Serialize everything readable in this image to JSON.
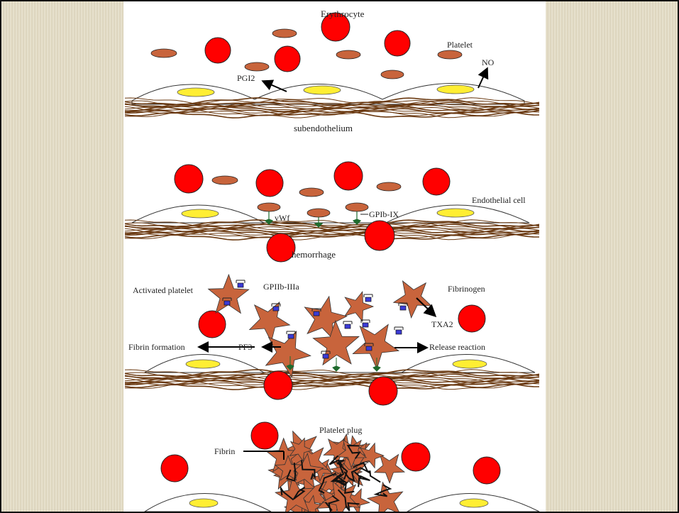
{
  "labels": {
    "erythrocyte": "Erythrocyte",
    "platelet": "Platelet",
    "no": "NO",
    "pgi2": "PGI2",
    "subendothelium": "subendothelium",
    "endothelial_cell": "Endothelial cell",
    "vwf": "vWf",
    "gpib_ix": "GPIb-IX",
    "hemorrhage": "hemorrhage",
    "activated_platelet": "Activated platelet",
    "gpiib_iiia": "GPIIb-IIIa",
    "fibrinogen": "Fibrinogen",
    "txa2": "TXA2",
    "fibrin_formation": "Fibrin formation",
    "pf3": "PF3",
    "release_reaction": "Release reaction",
    "platelet_plug": "Platelet plug",
    "fibrin": "Fibrin"
  },
  "colors": {
    "erythrocyte": "#ff0000",
    "platelet": "#c8643c",
    "nucleus": "#ffee33",
    "subendothelium": "#6b3a12",
    "receptor": "#3b3bd6",
    "vwf_pin": "#1f6b2e"
  }
}
